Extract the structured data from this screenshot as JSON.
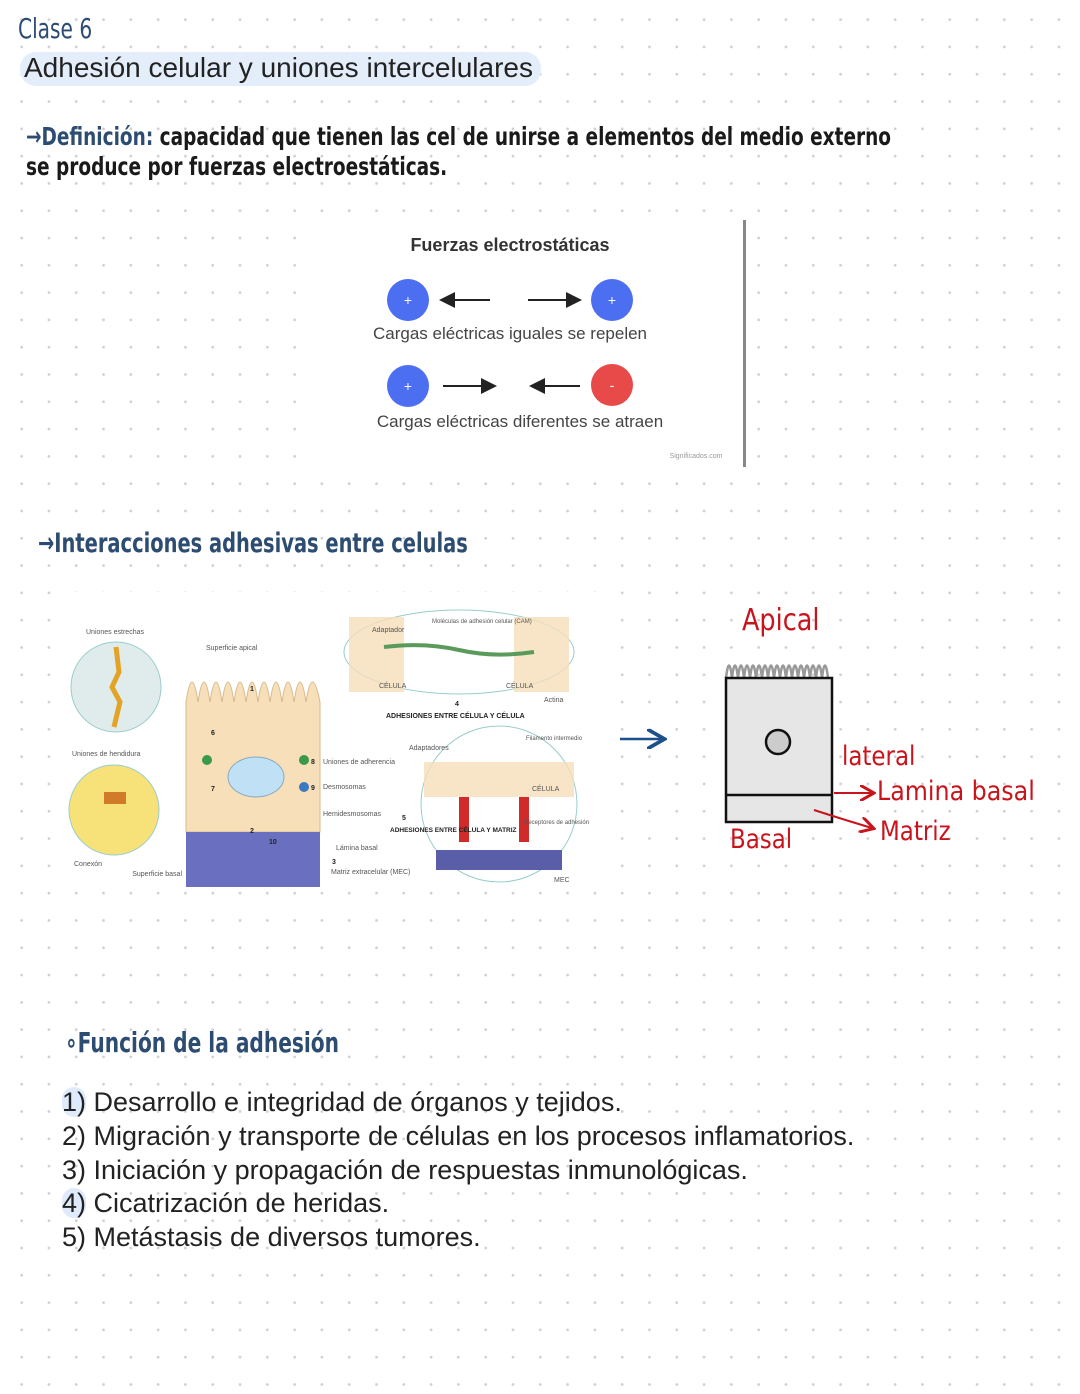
{
  "header": {
    "class_label": "Clase 6",
    "title": "Adhesión celular y uniones intercelulares"
  },
  "definition": {
    "label": "→Definición:",
    "text1": " capacidad que tienen las cel de unirse a elementos del medio externo",
    "text2": "se produce por fuerzas electroestáticas."
  },
  "figure_electrostatic": {
    "title": "Fuerzas electrostáticas",
    "row1_caption": "Cargas eléctricas iguales se repelen",
    "row2_caption": "Cargas eléctricas diferentes se atraen",
    "plus": "+",
    "minus": "-",
    "watermark": "Significados.com",
    "colors": {
      "positive": "#4c6ef0",
      "negative": "#e84a4a"
    }
  },
  "section_interactions": {
    "heading": "→Interacciones adhesivas entre celulas"
  },
  "figure_cell": {
    "labels": {
      "tight": "Uniones estrechas",
      "gap": "Uniones de hendidura",
      "connexon": "Conexón",
      "basal_surface": "Superficie basal",
      "apical_surface": "Superficie apical",
      "adherens": "Uniones de adherencia",
      "desmosomes": "Desmosomas",
      "hemidesmosomes": "Hemidesmosomas",
      "basal_lamina": "Lámina basal",
      "ecm": "Matriz extracelular (MEC)",
      "adaptor": "Adaptador",
      "cam": "Moléculas de adhesión celular (CAM)",
      "cell": "CÉLULA",
      "actin": "Actina",
      "cell_cell": "ADHESIONES ENTRE CÉLULA Y CÉLULA",
      "adaptors": "Adaptadores",
      "intermediate_filament": "Filamento intermedio",
      "receptors": "Receptores de adhesión",
      "cell_matrix": "ADHESIONES ENTRE CÉLULA Y MATRIZ",
      "mec": "MEC"
    },
    "numbers": [
      "1",
      "2",
      "3",
      "4",
      "5",
      "6",
      "7",
      "8",
      "9",
      "10"
    ]
  },
  "cell_sketch": {
    "apical": "Apical",
    "lateral": "lateral",
    "basal_lamina": "Lamina basal",
    "matrix": "Matriz",
    "basal": "Basal"
  },
  "function_section": {
    "heading": "∘Función de la adhesión",
    "items": [
      {
        "num": "1)",
        "text": " Desarrollo e integridad de órganos y tejidos."
      },
      {
        "num": "2)",
        "text": " Migración y transporte de células en los procesos inflamatorios."
      },
      {
        "num": "3)",
        "text": " Iniciación y propagación de respuestas inmunológicas."
      },
      {
        "num": "4)",
        "text": " Cicatrización de heridas."
      },
      {
        "num": "5)",
        "text": " Metástasis de diversos tumores."
      }
    ]
  }
}
